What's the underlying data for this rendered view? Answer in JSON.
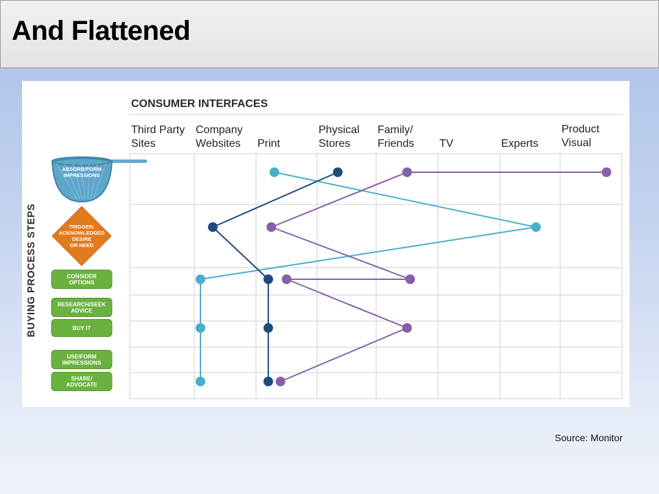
{
  "header": {
    "title": "And Flattened"
  },
  "diagram": {
    "section_title": "CONSUMER INTERFACES",
    "side_title": "BUYING PROCESS STEPS",
    "columns": [
      {
        "line1": "Third Party",
        "line2": "Sites"
      },
      {
        "line1": "Company",
        "line2": "Websites"
      },
      {
        "line1": "",
        "line2": "Print"
      },
      {
        "line1": "Physical",
        "line2": "Stores"
      },
      {
        "line1": "Family/",
        "line2": "Friends"
      },
      {
        "line1": "",
        "line2": "TV"
      },
      {
        "line1": "",
        "line2": "Experts"
      },
      {
        "line1": "Product",
        "line2": "Visual"
      }
    ],
    "steps": [
      {
        "lines": [
          "ABSORB/FORM",
          "IMPRESSIONS"
        ],
        "shape": "net"
      },
      {
        "lines": [
          "TRIGGER:",
          "ACKNOWLEDGED",
          "DESIRE",
          "OR NEED"
        ],
        "shape": "diamond"
      },
      {
        "lines": [
          "CONSIDER",
          "OPTIONS"
        ],
        "shape": "pill"
      },
      {
        "lines": [
          "RESEARCH/SEEK",
          "ADVICE"
        ],
        "shape": "pill"
      },
      {
        "lines": [
          "BUY IT"
        ],
        "shape": "pill"
      },
      {
        "lines": [
          "USE/FORM",
          "IMPRESSIONS"
        ],
        "shape": "pill"
      },
      {
        "lines": [
          "SHARE/",
          "ADVOCATE"
        ],
        "shape": "pill"
      }
    ],
    "colors": {
      "light_blue": "#4aaecb",
      "dark_blue": "#1e4a7e",
      "purple": "#8460a8",
      "step_green": "#6ab23e",
      "step_orange": "#e07c1e",
      "net_blue": "#5fa6c9",
      "grid": "#cfcfcf"
    },
    "paths": [
      {
        "color": "light_blue",
        "points": [
          [
            2.3,
            0
          ],
          [
            6.6,
            1
          ],
          [
            1.1,
            2
          ],
          [
            1.1,
            4
          ],
          [
            1.1,
            6
          ]
        ]
      },
      {
        "color": "dark_blue",
        "points": [
          [
            3.35,
            0
          ],
          [
            1.3,
            1
          ],
          [
            2.2,
            2
          ],
          [
            2.2,
            4
          ],
          [
            2.2,
            6
          ]
        ]
      },
      {
        "color": "purple",
        "points": [
          [
            7.75,
            0
          ],
          [
            4.5,
            0
          ],
          [
            2.25,
            1
          ],
          [
            4.55,
            2
          ],
          [
            2.5,
            2
          ],
          [
            4.5,
            4
          ],
          [
            2.4,
            6
          ]
        ]
      }
    ]
  },
  "footer": {
    "source": "Source: Monitor"
  }
}
